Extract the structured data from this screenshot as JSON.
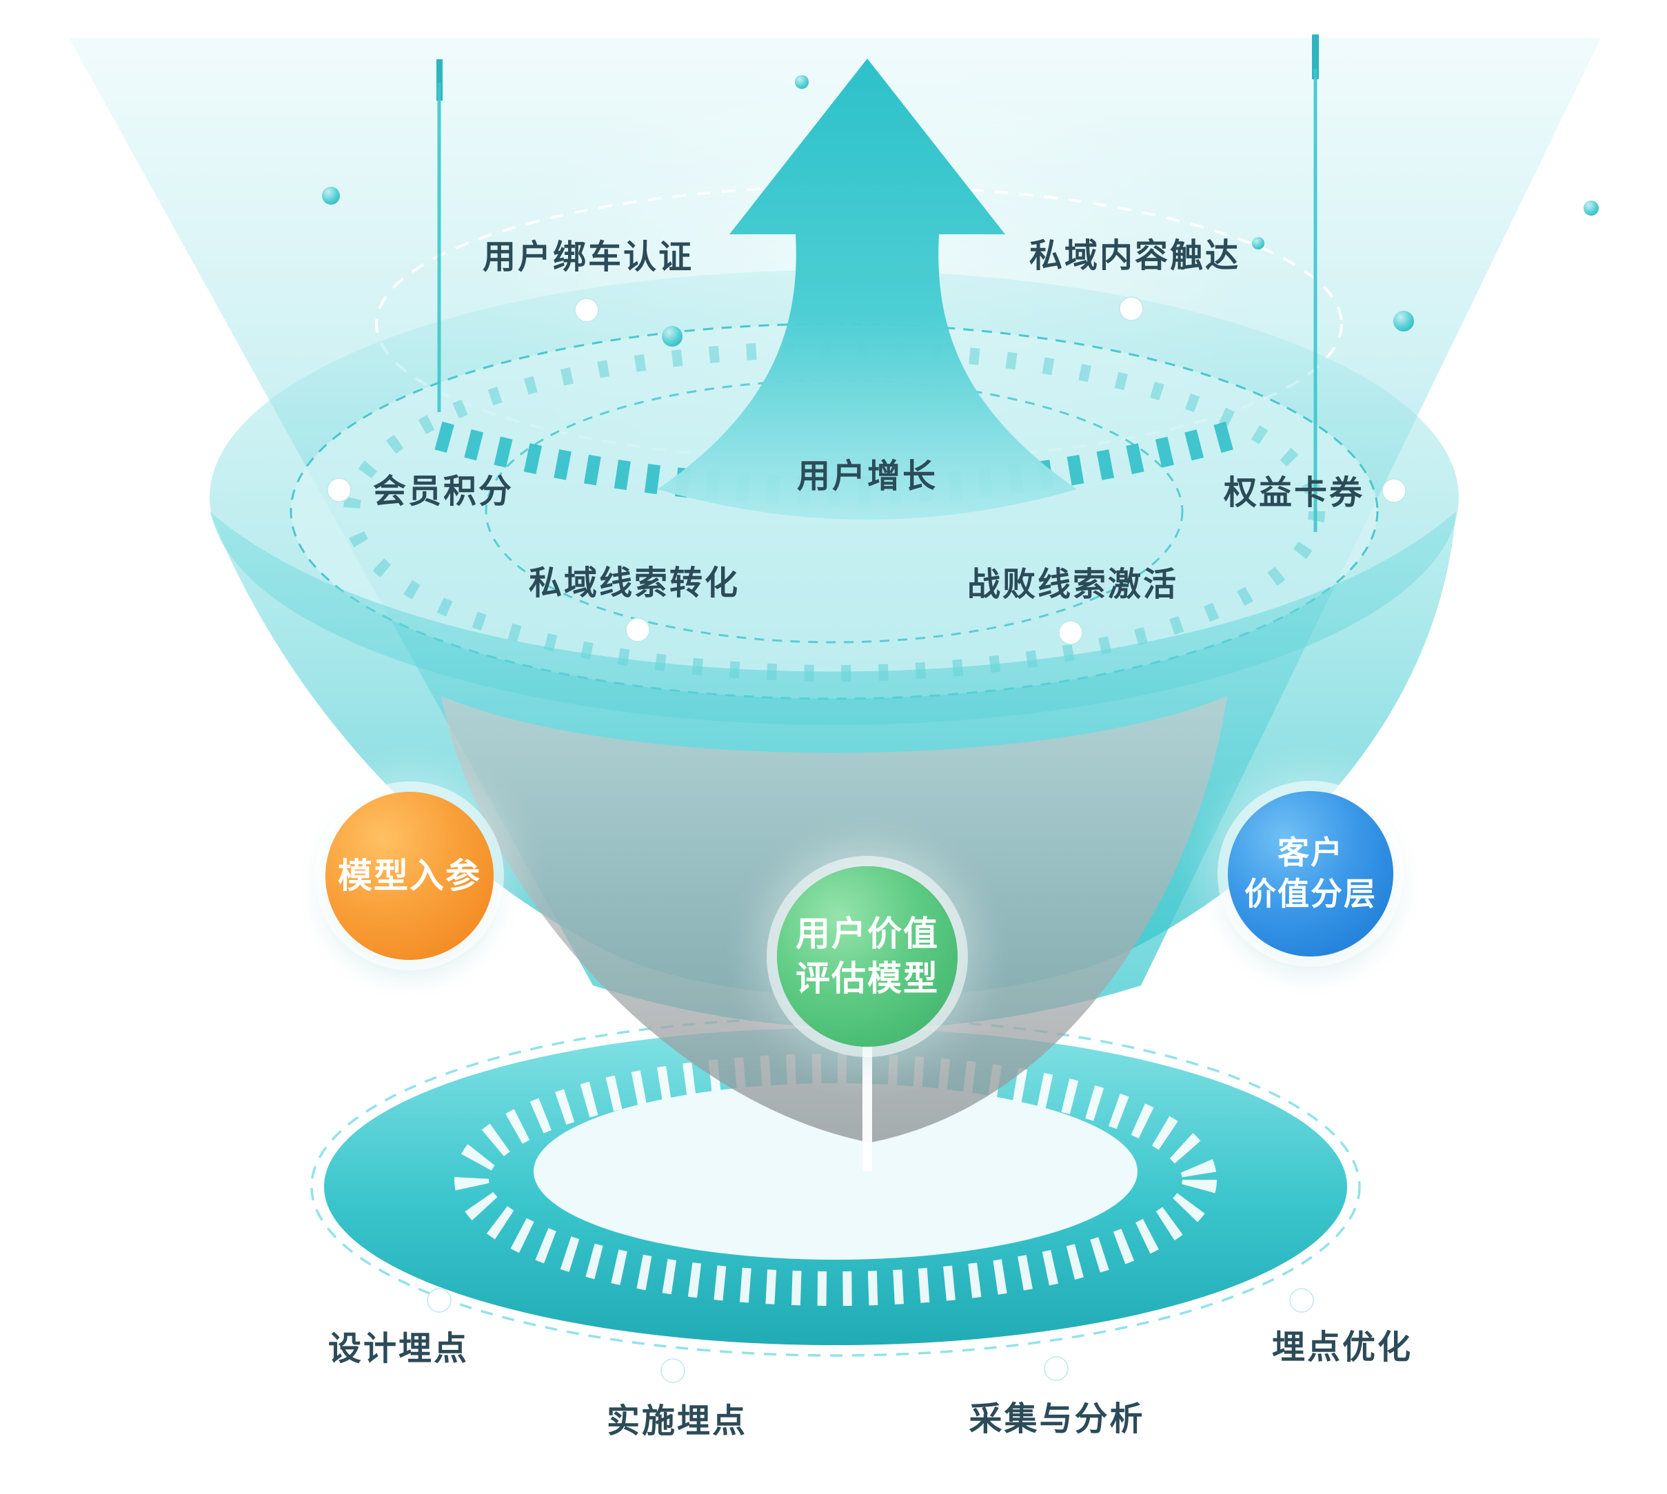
{
  "labels": {
    "bind_auth": "用户绑车认证",
    "private_reach": "私域内容触达",
    "user_growth": "用户增长",
    "member_points": "会员积分",
    "benefit_coupons": "权益卡券",
    "private_lead_conversion": "私域线索转化",
    "lost_lead_activation": "战败线索激活",
    "design_tracking": "设计埋点",
    "implement_tracking": "实施埋点",
    "collection_analysis": "采集与分析",
    "tracking_optimization": "埋点优化"
  },
  "badges": {
    "model_input": {
      "label": "模型入参"
    },
    "customer_value": {
      "line1": "客户",
      "line2": "价值分层"
    },
    "user_value_model": {
      "line1": "用户价值",
      "line2": "评估模型"
    }
  },
  "colors": {
    "teal_primary": "#2fc2ca",
    "teal_light": "#d6f4f5",
    "orange_badge": "#f58220",
    "green_badge": "#45b973",
    "blue_badge": "#1f86de",
    "label_text": "#2c4b58",
    "gray_cone": "#9a9ea0",
    "background": "#ffffff"
  }
}
